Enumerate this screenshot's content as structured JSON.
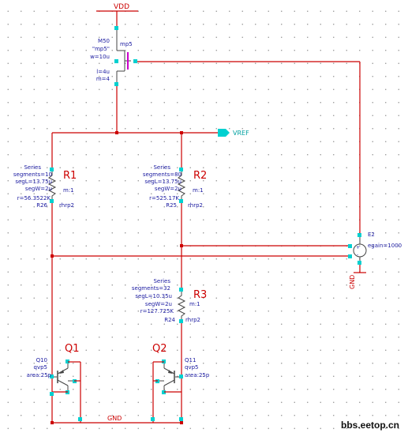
{
  "vdd_label": "VDD",
  "gnd_label": "GND",
  "vref_label": "VREF",
  "watermark": "bbs.eetop.cn",
  "m50": {
    "name": "M50",
    "model": "mp5",
    "model_line": "\"mp5\"",
    "w": "w=10u",
    "l": "l=4u",
    "m": "m=4"
  },
  "r1": {
    "ref": "R1",
    "kind": "Series",
    "segments": "segments=10",
    "segL": "segL=13.75u",
    "segW": "segW=2u",
    "r": "r=56.3522K",
    "mult": "m:1",
    "model": "rhrp2",
    "inst": "R26"
  },
  "r2": {
    "ref": "R2",
    "kind": "Series",
    "segments": "segments=80",
    "segL": "segL=13.75u",
    "segW": "segW=2u",
    "r": "r=525.17K",
    "mult": "m:1",
    "model": "rhrp2",
    "inst": "R25"
  },
  "r3": {
    "ref": "R3",
    "kind": "Series",
    "segments": "segments=32",
    "segL": "segL=10.35u",
    "segW": "segW=2u",
    "r": "r=127.725K",
    "mult": "m:1",
    "model": "rhrp2",
    "inst": "R24"
  },
  "q1": {
    "ref": "Q1",
    "inst": "Q10",
    "model": "qvp5",
    "area": "area:25p"
  },
  "q2": {
    "ref": "Q2",
    "inst": "Q11",
    "model": "qvp5",
    "area": "area:25p"
  },
  "e2": {
    "inst": "E2",
    "egain": "egain=1000"
  }
}
